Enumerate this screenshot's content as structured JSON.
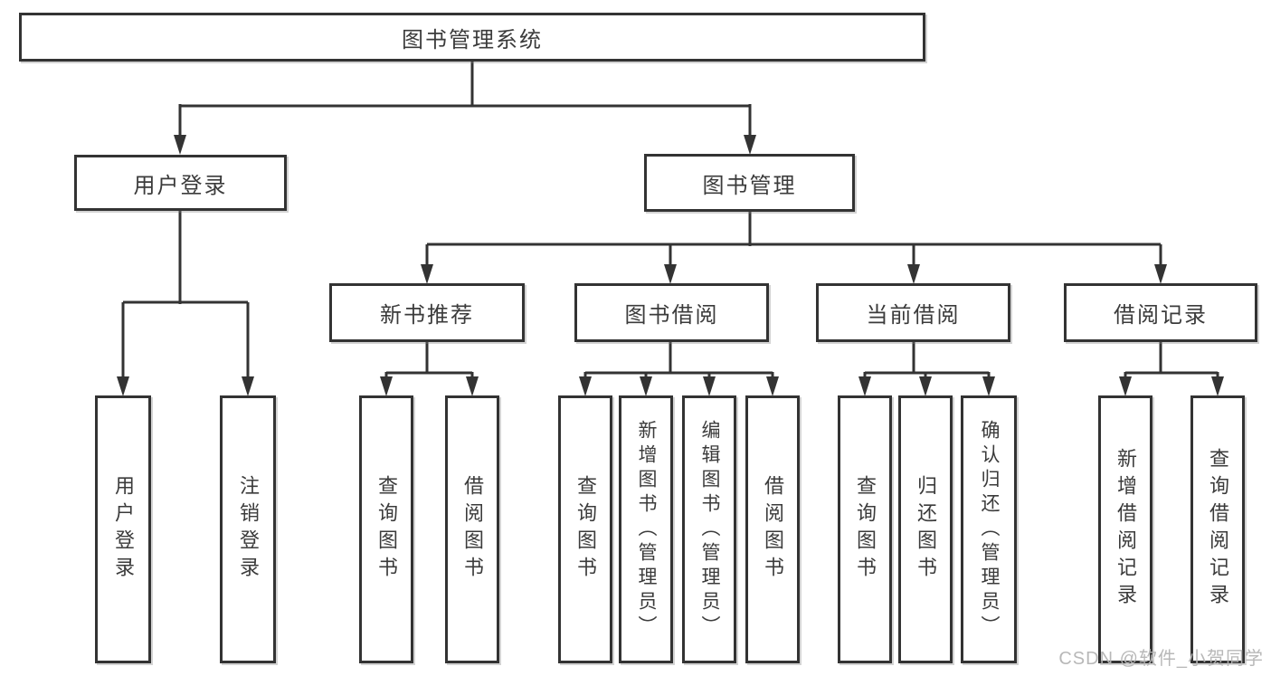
{
  "diagram": {
    "root": {
      "label": "图书管理系统"
    },
    "level2": [
      {
        "label": "用户登录"
      },
      {
        "label": "图书管理"
      }
    ],
    "level3": [
      {
        "label": "新书推荐"
      },
      {
        "label": "图书借阅"
      },
      {
        "label": "当前借阅"
      },
      {
        "label": "借阅记录"
      }
    ],
    "leaves": [
      {
        "label": "用户登录"
      },
      {
        "label": "注销登录"
      },
      {
        "label": "查询图书"
      },
      {
        "label": "借阅图书"
      },
      {
        "label": "查询图书"
      },
      {
        "label": "新增图书（管理员）"
      },
      {
        "label": "编辑图书（管理员）"
      },
      {
        "label": "借阅图书"
      },
      {
        "label": "查询图书"
      },
      {
        "label": "归还图书"
      },
      {
        "label": "确认归还（管理员）"
      },
      {
        "label": "新增借阅记录"
      },
      {
        "label": "查询借阅记录"
      }
    ]
  },
  "colors": {
    "line": "#333333",
    "box_border": "#333333",
    "text": "#3b3b3b",
    "watermark": "#b4b4b4",
    "background": "#ffffff"
  },
  "watermark": {
    "text": "CSDN @软件_小贺同学"
  }
}
